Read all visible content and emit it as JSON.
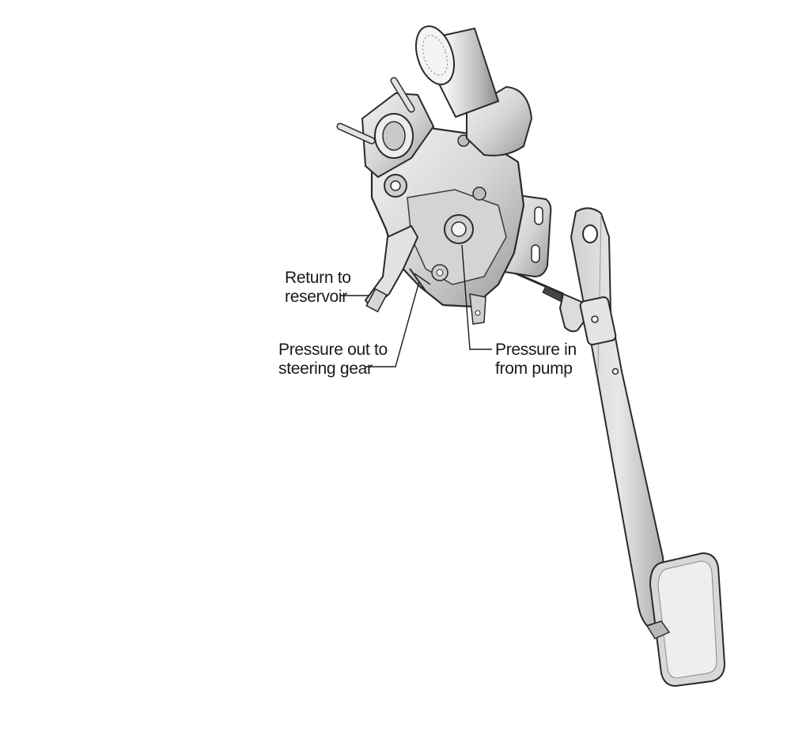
{
  "callouts": {
    "return": {
      "line1": "Return to",
      "line2": "reservoir"
    },
    "pressure_out": {
      "line1": "Pressure out to",
      "line2": "steering gear"
    },
    "pressure_in": {
      "line1": "Pressure in",
      "line2": "from pump"
    }
  },
  "colors": {
    "metal_light": "#e6e6e6",
    "metal_mid": "#c9c9c9",
    "metal_dark": "#8f8f8f",
    "outline": "#2a2a2a",
    "text": "#1a1a1a"
  }
}
